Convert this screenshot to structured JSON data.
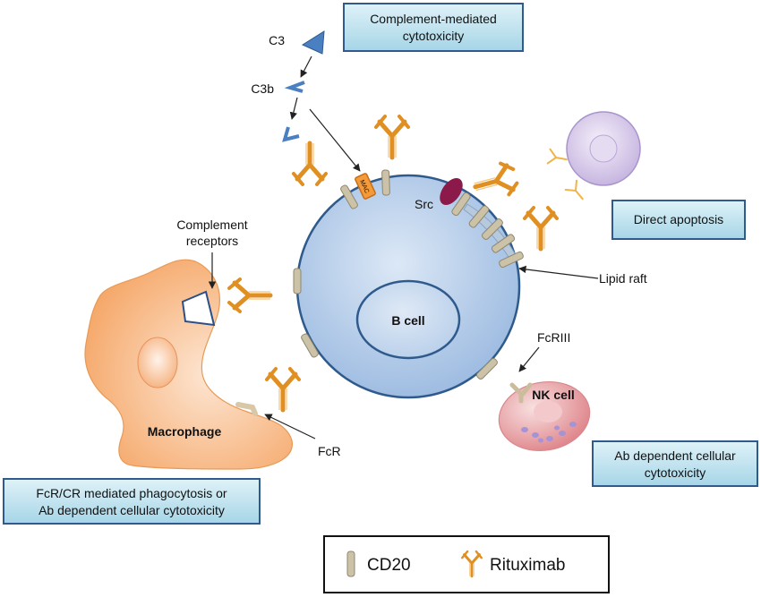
{
  "labels": {
    "c3": "C3",
    "c3b": "C3b",
    "mac": "MAC",
    "src": "Src",
    "complement_receptors_1": "Complement",
    "complement_receptors_2": "receptors",
    "b_cell": "B cell",
    "lipid_raft": "Lipid raft",
    "fcr": "FcR",
    "fcriii": "FcRIII",
    "nk_cell": "NK cell",
    "macrophage": "Macrophage"
  },
  "boxes": {
    "cdc_1": "Complement-mediated",
    "cdc_2": "cytotoxicity",
    "apoptosis": "Direct apoptosis",
    "adcc_1": "Ab dependent cellular",
    "adcc_2": "cytotoxicity",
    "phago_1": "FcR/CR mediated phagocytosis or",
    "phago_2": "Ab dependent cellular cytotoxicity"
  },
  "legend": {
    "cd20": "CD20",
    "rituximab": "Rituximab"
  },
  "colors": {
    "cell_fill": "#a9c4e6",
    "cell_border": "#2e5a8c",
    "antibody": "#e89a2c",
    "cd20": "#c9bfa4",
    "macrophage": "#f7b98a",
    "nk_cell": "#e28b8f",
    "apoptotic_cell": "#c9b8e2",
    "box_fill": "#b6dfec",
    "src": "#8b1a4a",
    "c3": "#4a7fc1"
  }
}
